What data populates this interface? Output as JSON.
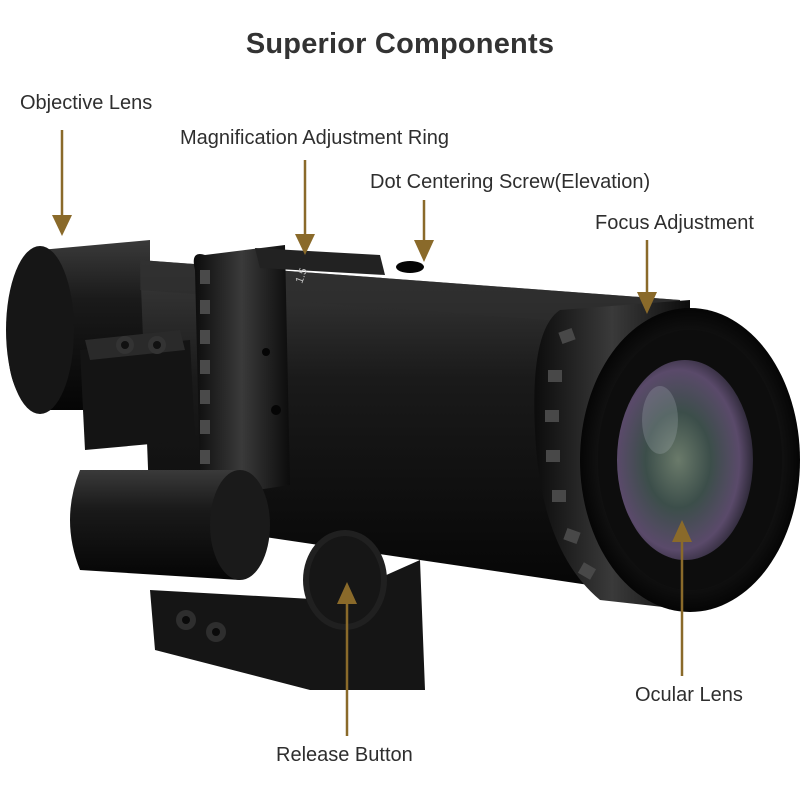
{
  "title": "Superior Components",
  "labels": {
    "objective_lens": "Objective Lens",
    "magnification_ring": "Magnification Adjustment Ring",
    "dot_centering_screw": "Dot Centering Screw(Elevation)",
    "focus_adjustment": "Focus Adjustment",
    "ocular_lens": "Ocular Lens",
    "release_button": "Release Button"
  },
  "scale_mark": "1.5",
  "colors": {
    "arrow": "#8a6a2a",
    "text": "#2e2e2e",
    "scope_body": "#121212",
    "background": "#ffffff"
  }
}
